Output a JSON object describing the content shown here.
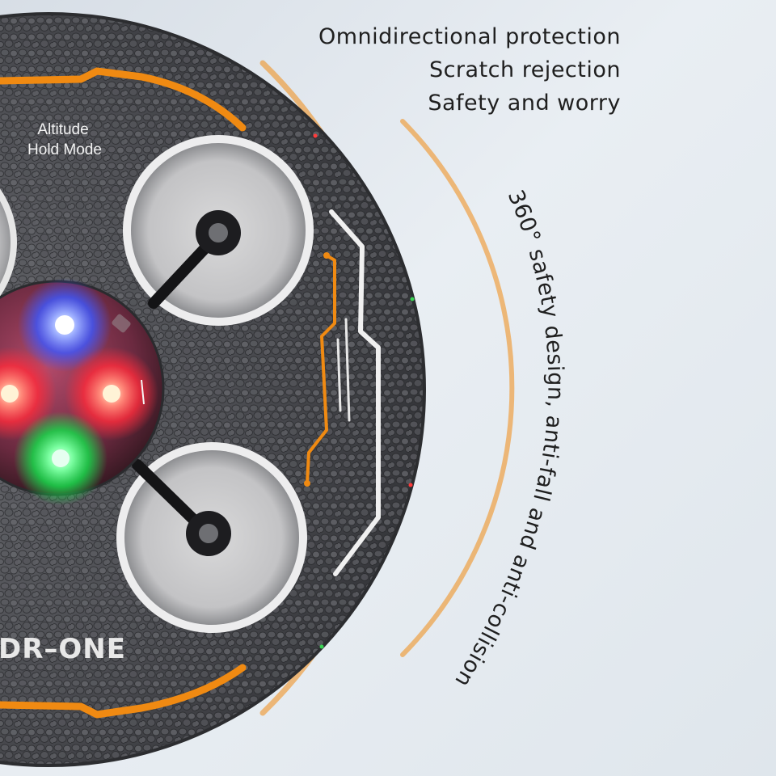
{
  "features": {
    "line1": "Omnidirectional protection",
    "line2": "Scratch rejection",
    "line3": "Safety and worry"
  },
  "arc_caption": "360° safety design, anti-fall and anti-collision",
  "drone": {
    "mode_label_line1": "Altitude",
    "mode_label_line2": "Hold Mode",
    "brand": "DR–ONE"
  },
  "colors": {
    "accent": "#f08a12",
    "shell": "#4a4b4f",
    "led_blue": "#3b57ff",
    "led_red": "#ff2b3b",
    "led_green": "#18d84a"
  }
}
